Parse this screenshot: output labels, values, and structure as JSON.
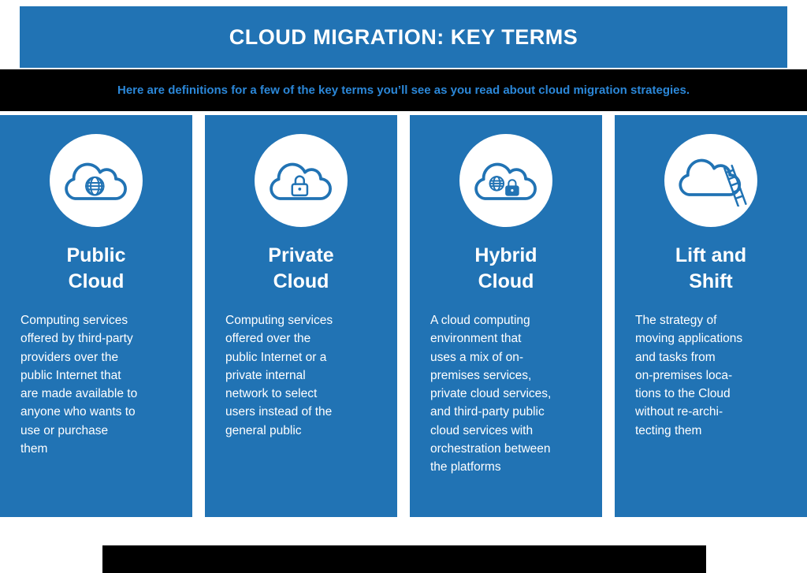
{
  "header": {
    "title": "CLOUD MIGRATION: KEY TERMS",
    "subtitle": "Here are definitions for a few of the key terms you’ll see as you read about cloud migration strategies."
  },
  "colors": {
    "primary_blue": "#2173b4",
    "subtitle_blue": "#2b87d8",
    "band_black": "#000000",
    "card_text_white": "#ffffff"
  },
  "cards": [
    {
      "icon": "cloud-globe-icon",
      "title": "Public\nCloud",
      "description": "Computing services\noffered by third-party\nproviders over the\npublic Internet that\nare made available to\nanyone who wants to\nuse or purchase\nthem"
    },
    {
      "icon": "cloud-lock-icon",
      "title": "Private\nCloud",
      "description": "Computing services\noffered over the\npublic Internet or a\nprivate internal\nnetwork to select\nusers instead of the\ngeneral public"
    },
    {
      "icon": "cloud-globe-lock-icon",
      "title": "Hybrid\nCloud",
      "description": "A cloud computing\nenvironment that\nuses a mix of on-\npremises services,\nprivate cloud services,\nand third-party public\ncloud services with\norchestration between\nthe platforms"
    },
    {
      "icon": "cloud-ladder-icon",
      "title": "Lift and\nShift",
      "description": "The strategy of\nmoving applications\nand tasks from\non-premises loca-\ntions to the Cloud\nwithout re-archi-\ntecting them"
    }
  ]
}
